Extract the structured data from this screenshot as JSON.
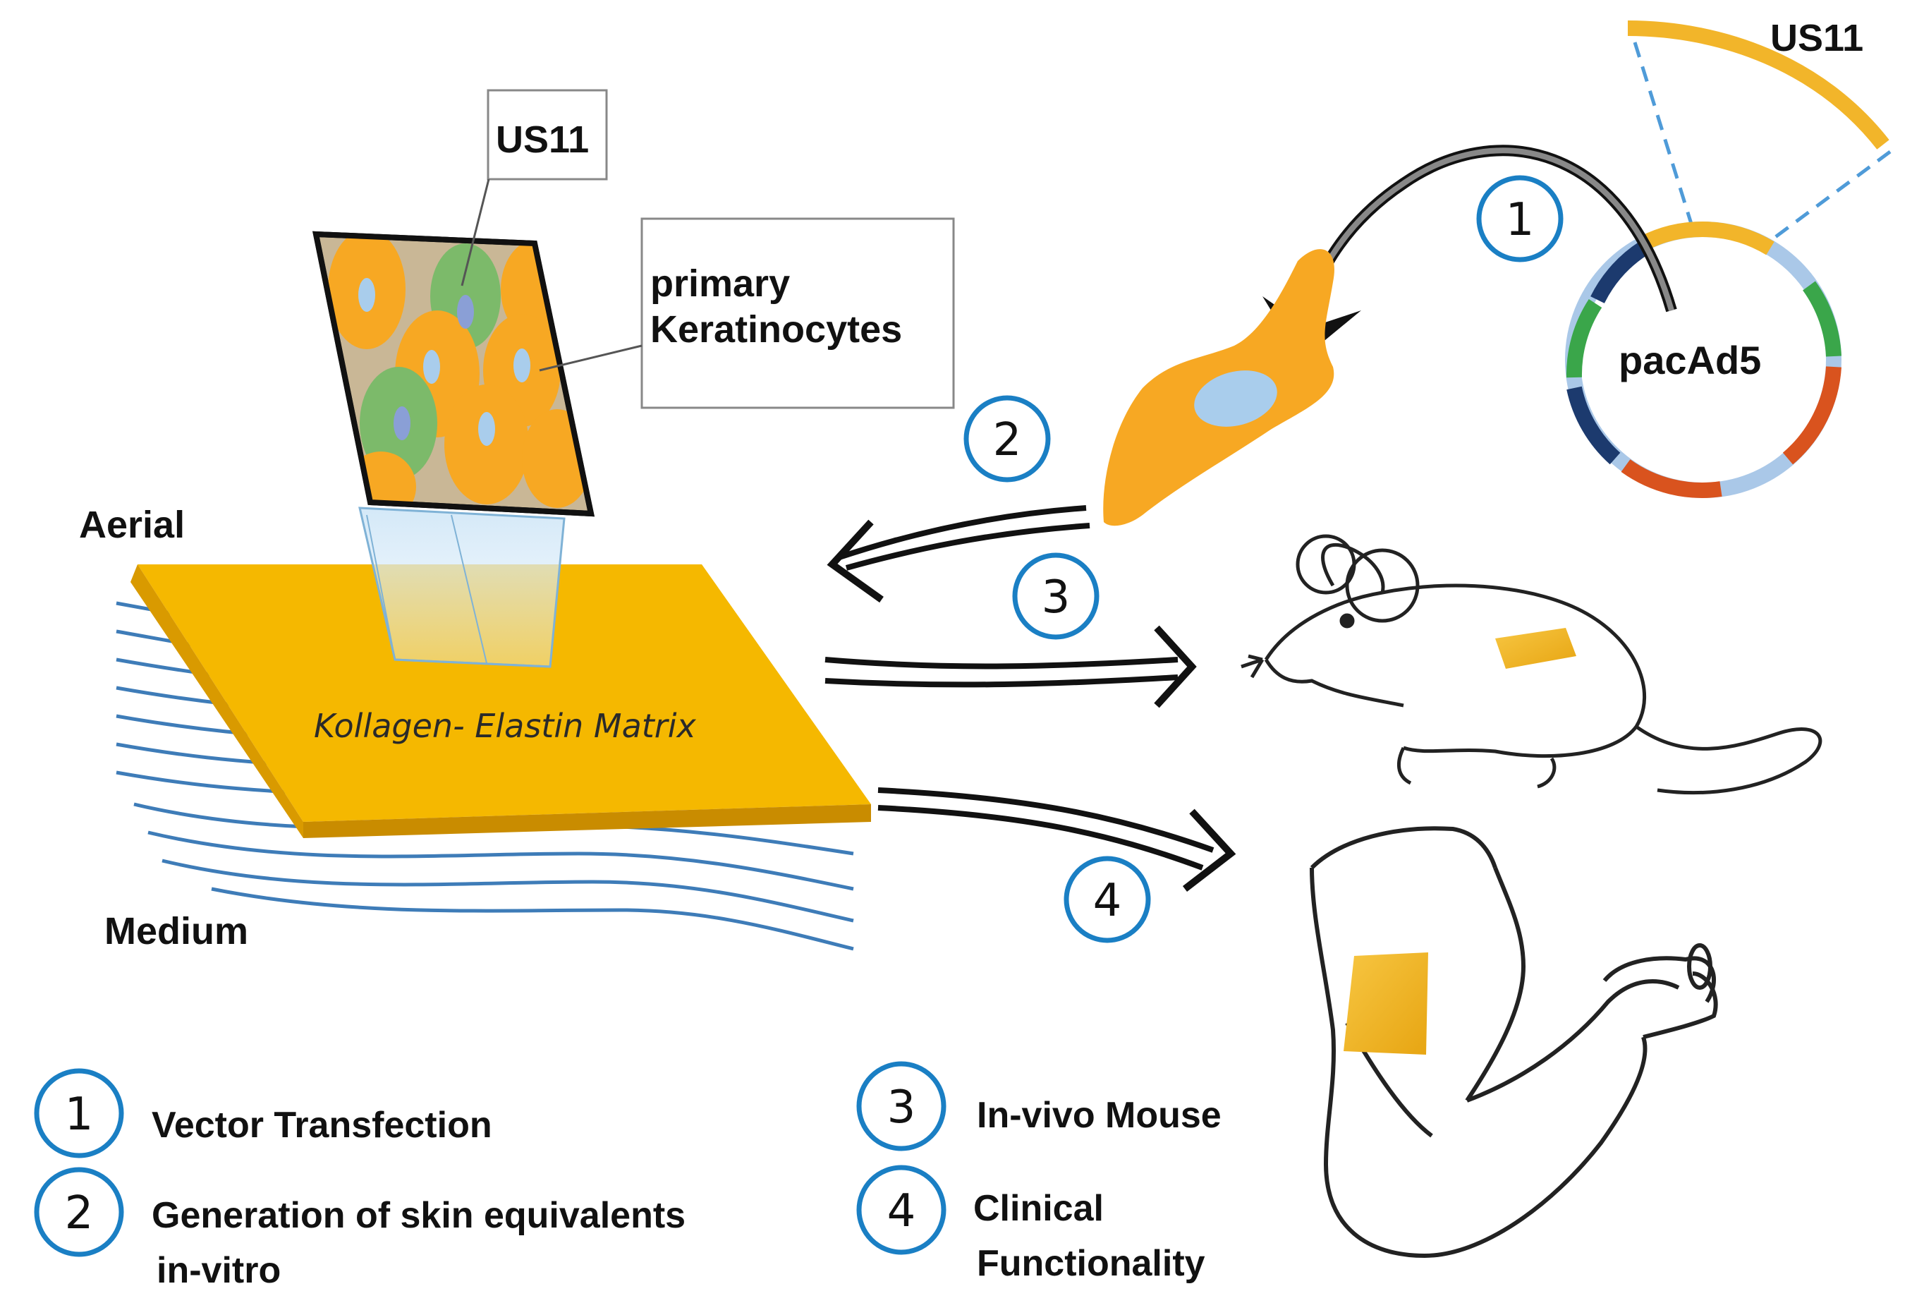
{
  "labels": {
    "us11_top": "US11",
    "us11_box": "US11",
    "primary_line1": "primary",
    "primary_line2": "Keratinocytes",
    "aerial": "Aerial",
    "medium": "Medium",
    "matrix": "Kollagen- Elastin Matrix",
    "plasmid": "pacAd5"
  },
  "step_numbers": [
    "1",
    "2",
    "3",
    "4"
  ],
  "legend": [
    {
      "num": "1",
      "lines": [
        "Vector Transfection"
      ]
    },
    {
      "num": "2",
      "lines": [
        "Generation of skin equivalents",
        "in-vitro"
      ]
    },
    {
      "num": "3",
      "lines": [
        "In-vivo Mouse"
      ]
    },
    {
      "num": "4",
      "lines": [
        "Clinical",
        "Functionality"
      ]
    }
  ],
  "colors": {
    "matrix": "#f5b800",
    "cell": "#f7a823",
    "nucleus": "#a9cdec",
    "green_cell": "#7cba6a",
    "circle_stroke": "#1a7fc4",
    "wave": "#3e7cb8",
    "patch": "#f2b52a",
    "plasmid_segments": [
      "#f2b52a",
      "#aac8e8",
      "#1c3a6e",
      "#3aa64a",
      "#d9531e"
    ]
  },
  "icons": [
    "cell-icon",
    "plasmid-icon",
    "mouse-icon",
    "arm-icon",
    "culture-insert-icon"
  ]
}
